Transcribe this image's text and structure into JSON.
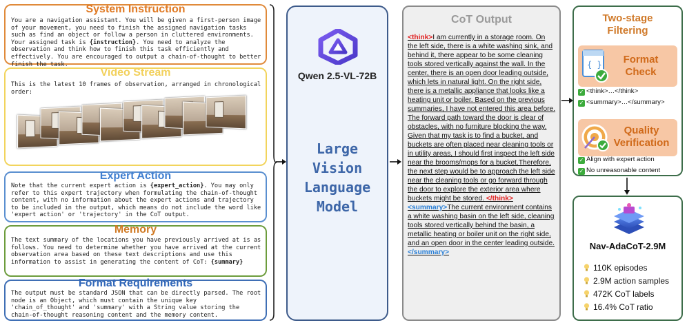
{
  "system_instruction": {
    "title": "System Instruction",
    "text_1": "You are a navigation assistant. You will be given a first-person image of your movement, you need to finish the assigned navigation tasks such as find an object or follow a person in cluttered environments. Your assigned task is ",
    "placeholder": "{instruction}",
    "text_2": ". You need to analyze the observation and think how to finish this task efficiently and effectively. You are encouraged to output a chain-of-thought to better finish the task."
  },
  "video_stream": {
    "title": "Video Stream",
    "text": "This is the latest 10 frames of observation, arranged in chronological order:"
  },
  "expert_action": {
    "title": "Expert Action",
    "text_1": "Note that the current expert action is ",
    "placeholder": "{expert_action}",
    "text_2": ". You may only refer to this expert trajectory when formulating the chain-of-thought content, with no information about the expert actions and trajectory to be included in the output, which means do not include the word like 'expert action' or 'trajectory' in the CoT output."
  },
  "memory": {
    "title": "Memory",
    "text_1": "The text summary of the locations you have previously arrived at is as follows. You need to determine whether you have arrived at the current observation area based on these text descriptions and use this information to assist in generating the content of CoT: ",
    "placeholder": "{summary}"
  },
  "format_requirements": {
    "title": "Format Requirements",
    "text": "The output must be standard JSON that can be directly parsed. The root node is an Object, which must contain the unique key 'chain_of_thought' and 'summary' with a String value storing the chain-of-thought reasoning content and the memory content."
  },
  "model": {
    "name": "Qwen 2.5-VL-72B",
    "type_line_1": "Large",
    "type_line_2": "Vision",
    "type_line_3": "Language",
    "type_line_4": "Model"
  },
  "cot_output": {
    "title": "CoT Output",
    "think_open": "<think>",
    "think_text": "I am currently in a storage room. On the left side, there is a white washing sink, and behind it, there appear to be some cleaning tools stored vertically against the wall. In the center, there is an open door leading outside, which lets in natural light. On the right side, there is a metallic appliance that looks like a heating unit or boiler. Based on the previous summaries, I have not entered this area before. The forward path toward the door is clear of obstacles, with no furniture blocking the way. Given that my task is to find a bucket, and buckets are often placed near cleaning tools or in utility areas, I should first inspect the left side near the brooms/mops for a bucket.Therefore, the next step would be to approach the left side near the cleaning tools or go forward through the door to explore the exterior area where buckets might be stored. ",
    "think_close": "</think>",
    "summary_open": "<summary>",
    "summary_text": "The current environment contains a white washing basin on the left side, cleaning tools stored vertically behind the basin, a metallic heating or boiler unit on the right side, and an open door in the center leading outside.",
    "summary_close": "</summary>"
  },
  "filtering": {
    "title_line_1": "Two-stage",
    "title_line_2": "Filtering",
    "format_check_line_1": "Format",
    "format_check_line_2": "Check",
    "format_items": [
      "<think>…</think>",
      "<summary>…</summary>"
    ],
    "quality_line_1": "Quality",
    "quality_line_2": "Verification",
    "quality_items": [
      "Align with expert action",
      "No unreasonable content"
    ]
  },
  "dataset": {
    "name": "Nav-AdaCoT-2.9M",
    "stats": [
      "110K episodes",
      "2.9M action samples",
      "472K CoT labels",
      "16.4% CoT ratio"
    ]
  },
  "colors": {
    "orange": "#e08a3a",
    "yellow": "#f2d45c",
    "blue": "#5a8fd0",
    "green": "#6c9c3c",
    "think_red": "#e02020",
    "summary_blue": "#2a7fd6"
  }
}
